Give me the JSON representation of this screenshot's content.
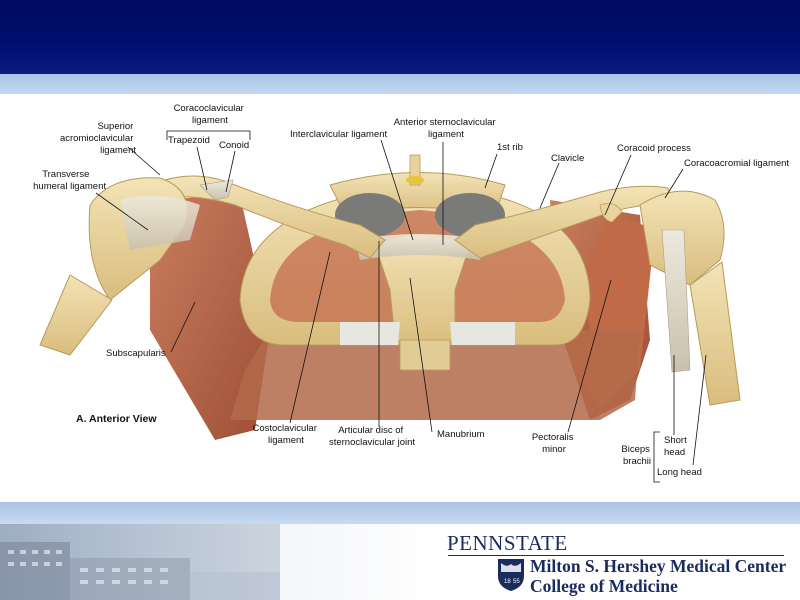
{
  "labels": {
    "superior_acromioclavicular": [
      "Superior",
      "acromioclavicular",
      "ligament"
    ],
    "coracoclavicular": [
      "Coracoclavicular",
      "ligament"
    ],
    "trapezoid": "Trapezoid",
    "conoid": "Conoid",
    "transverse_humeral": [
      "Transverse",
      "humeral ligament"
    ],
    "interclavicular": "Interclavicular ligament",
    "anterior_sternoclavicular": [
      "Anterior sternoclavicular",
      "ligament"
    ],
    "first_rib": "1st rib",
    "clavicle": "Clavicle",
    "coracoid_process": "Coracoid process",
    "coracoacromial": "Coracoacromial ligament",
    "subscapularis": "Subscapularis",
    "view_title": "A. Anterior View",
    "costoclavicular": [
      "Costoclavicular",
      "ligament"
    ],
    "articular_disc": [
      "Articular disc of",
      "sternoclavicular joint"
    ],
    "manubrium": "Manubrium",
    "pectoralis_minor": [
      "Pectoralis",
      "minor"
    ],
    "biceps_brachii": [
      "Biceps",
      "brachii"
    ],
    "short_head": [
      "Short",
      "head"
    ],
    "long_head": "Long head"
  },
  "footer": {
    "brand": "PENNSTATE",
    "shield_year_left": "18",
    "shield_year_right": "55",
    "institution_line1": "Milton S. Hershey Medical Center",
    "institution_line2": "College of Medicine"
  },
  "colors": {
    "header_navy": "#000f70",
    "stripe_blue": "#b8cde9",
    "bone": "#e9d39c",
    "muscle": "#b8664a",
    "ligament": "#ddd6c6",
    "footer_navy": "#1a2b5e"
  }
}
